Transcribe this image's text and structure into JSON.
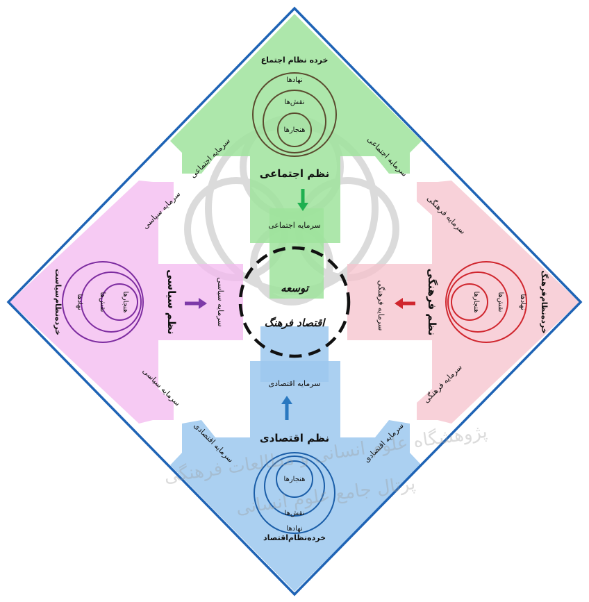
{
  "colors": {
    "frame": "#1e63b5",
    "social_fill": "#9fe39c",
    "social_ring": "#5a4a2e",
    "social_arrow": "#1fb050",
    "political_fill": "#f3b8ef",
    "political_ring": "#7d2ca0",
    "political_arrow": "#7d3aa8",
    "cultural_fill": "#f6c2cc",
    "cultural_ring": "#d0262e",
    "cultural_arrow": "#d0262e",
    "economic_fill": "#9cc8ee",
    "economic_ring": "#1b5ea8",
    "economic_arrow": "#2a78c0",
    "center_dash": "#111111",
    "watermark": "#9a9a9a"
  },
  "social": {
    "subsystem": "خرده نظام اجتماع",
    "institutions": "نهادها",
    "roles": "نقش‌ها",
    "norms": "هنجارها",
    "order_title": "نظم اجتماعی",
    "capital_inner": "سرمایه اجتماعی",
    "capital_left": "سرمایه اجتماعی",
    "capital_right": "سرمایه اجتماعی"
  },
  "political": {
    "subsystem": "خرده‌نظام‌سیاست",
    "institutions": "نهادها",
    "roles": "نقش‌ها",
    "norms": "هنجارها",
    "order_title": "نظم سیاسی",
    "capital_inner": "سرمایه سیاسی",
    "capital_top": "سرمایه سیاسی",
    "capital_bottom": "سرمایه سیاسی"
  },
  "cultural": {
    "subsystem": "خرده‌نظام‌فرهنگ",
    "institutions": "نهادها",
    "roles": "نقش‌ها",
    "norms": "هنجارها",
    "order_title": "نظم فرهنگی",
    "capital_inner": "سرمایه فرهنگی",
    "capital_top": "سرمایه فرهنگی",
    "capital_bottom": "سرمایه فرهنگی"
  },
  "economic": {
    "subsystem": "خرده‌نظام‌اقتصاد",
    "institutions": "نهادها",
    "roles": "نقش‌ها",
    "norms": "هنجارها",
    "order_title": "نظم اقتصادی",
    "capital_inner": "سرمایه اقتصادی",
    "capital_left": "سرمایه اقتصادی",
    "capital_right": "سرمایه اقتصادی"
  },
  "center": {
    "line1": "توسعه",
    "line2": "اقتصاد فرهنگ"
  },
  "watermark": {
    "line1": "پژوهشگاه علوم انسانی و مطالعات فرهنگی",
    "line2": "پرتال جامع علوم انسانی"
  }
}
